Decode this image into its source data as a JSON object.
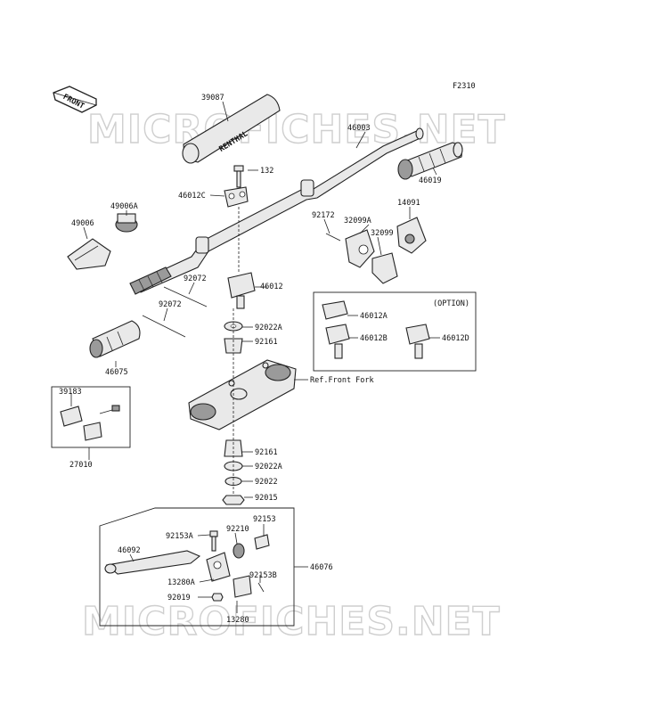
{
  "figure_code": "F2310",
  "watermark": "MICROFICHES.NET",
  "front_arrow": "FRONT",
  "pad_brand": "RENTHAL",
  "option_label": "(OPTION)",
  "ref_label": "Ref.Front Fork",
  "parts": [
    {
      "id": "p39087",
      "number": "39087"
    },
    {
      "id": "p46003",
      "number": "46003"
    },
    {
      "id": "p46019",
      "number": "46019"
    },
    {
      "id": "p132",
      "number": "132"
    },
    {
      "id": "p46012C",
      "number": "46012C"
    },
    {
      "id": "p49006A",
      "number": "49006A"
    },
    {
      "id": "p49006",
      "number": "49006"
    },
    {
      "id": "p92172",
      "number": "92172"
    },
    {
      "id": "p32099A",
      "number": "32099A"
    },
    {
      "id": "p14091",
      "number": "14091"
    },
    {
      "id": "p32099",
      "number": "32099"
    },
    {
      "id": "p92072a",
      "number": "92072"
    },
    {
      "id": "p46012",
      "number": "46012"
    },
    {
      "id": "p92072b",
      "number": "92072"
    },
    {
      "id": "p46012A",
      "number": "46012A"
    },
    {
      "id": "p92022A_top",
      "number": "92022A"
    },
    {
      "id": "p46012B",
      "number": "46012B"
    },
    {
      "id": "p46012D",
      "number": "46012D"
    },
    {
      "id": "p92161_top",
      "number": "92161"
    },
    {
      "id": "p46075",
      "number": "46075"
    },
    {
      "id": "p39183",
      "number": "39183"
    },
    {
      "id": "p27010",
      "number": "27010"
    },
    {
      "id": "p92161_bot",
      "number": "92161"
    },
    {
      "id": "p92022A_bot",
      "number": "92022A"
    },
    {
      "id": "p92022",
      "number": "92022"
    },
    {
      "id": "p92015",
      "number": "92015"
    },
    {
      "id": "p92153",
      "number": "92153"
    },
    {
      "id": "p92153A",
      "number": "92153A"
    },
    {
      "id": "p92210",
      "number": "92210"
    },
    {
      "id": "p46092",
      "number": "46092"
    },
    {
      "id": "p46076",
      "number": "46076"
    },
    {
      "id": "p92153B",
      "number": "92153B"
    },
    {
      "id": "p13280A",
      "number": "13280A"
    },
    {
      "id": "p92019",
      "number": "92019"
    },
    {
      "id": "p13280",
      "number": "13280"
    }
  ]
}
